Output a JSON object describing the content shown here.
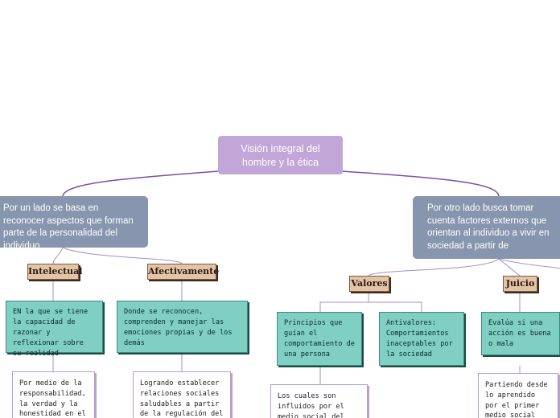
{
  "map": {
    "central": "Visión integral del hombre y la ética",
    "left_main": "Por un lado se  basa en reconocer aspectos  que forman parte de la personalidad del individuo",
    "right_main": "Por otro lado busca tomar cuenta factores externos que orientan al individuo a vivir en sociedad a partir de",
    "intelectual": "Intelectual",
    "afectivamente": "Afectivamente",
    "valores": "Valores",
    "juicio": "Juicio",
    "intelectual_desc": "EN la que se tiene la capacidad de razonar y reflexionar sobre su realidad",
    "afectivamente_desc": "Donde se reconocen, comprenden y manejar las emociones propias y de los demás",
    "principios": "Principios que guían el comportamiento de una persona",
    "antivalores": "Antivalores: Comportamientos inaceptables por la sociedad",
    "juicio_desc": "Evalúa si una acción es buena o mala",
    "intelectual_sub": "Por medio de la responsabilidad, la verdad y la honestidad en el",
    "afectivamente_sub": "Logrando establecer relaciones sociales saludables a partir de la regulación del",
    "principios_sub": "Los cuales son influidos por el medio social del",
    "juicio_sub": "Partiendo desde lo aprendido por el primer medio social (familia)"
  },
  "colors": {
    "central": "#c3a6d8",
    "main_topic": "#8796ae",
    "category": "#e4c4a7",
    "teal_box": "#7fcfc3",
    "connector": "#7b4fa6"
  }
}
